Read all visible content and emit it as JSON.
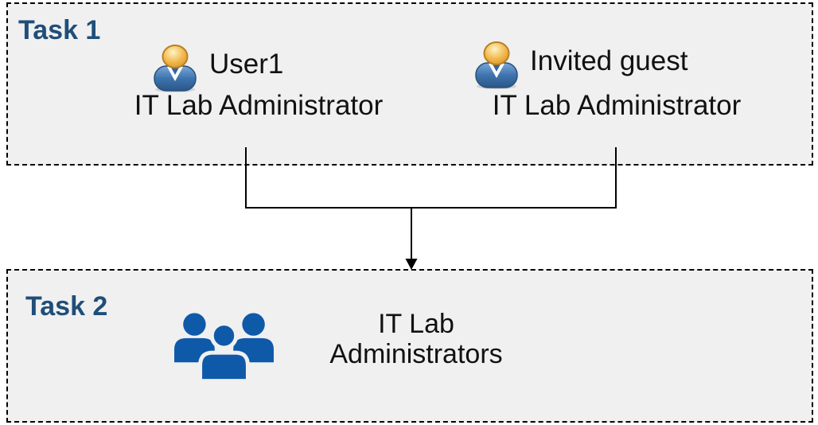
{
  "colors": {
    "box_bg": "#f0f0f0",
    "border": "#000000",
    "task_label": "#1f4e79",
    "text": "#111111",
    "connector": "#000000",
    "group_icon_blue": "#0f59a9",
    "person_head_gold": "#eeb04a",
    "person_body_blue": "#3e74ae"
  },
  "task1": {
    "label": "Task 1",
    "users": [
      {
        "name": "User1",
        "role": "IT Lab Administrator",
        "icon": "person-icon"
      },
      {
        "name": "Invited guest",
        "role": "IT Lab Administrator",
        "icon": "person-icon"
      }
    ]
  },
  "connector": {
    "type": "merge-arrow-down",
    "from": [
      "User1",
      "Invited guest"
    ],
    "to": "IT Lab Administrators"
  },
  "task2": {
    "label": "Task 2",
    "group": {
      "name": "IT Lab Administrators",
      "lines": [
        "IT Lab",
        "Administrators"
      ],
      "icon": "people-group-icon"
    }
  }
}
